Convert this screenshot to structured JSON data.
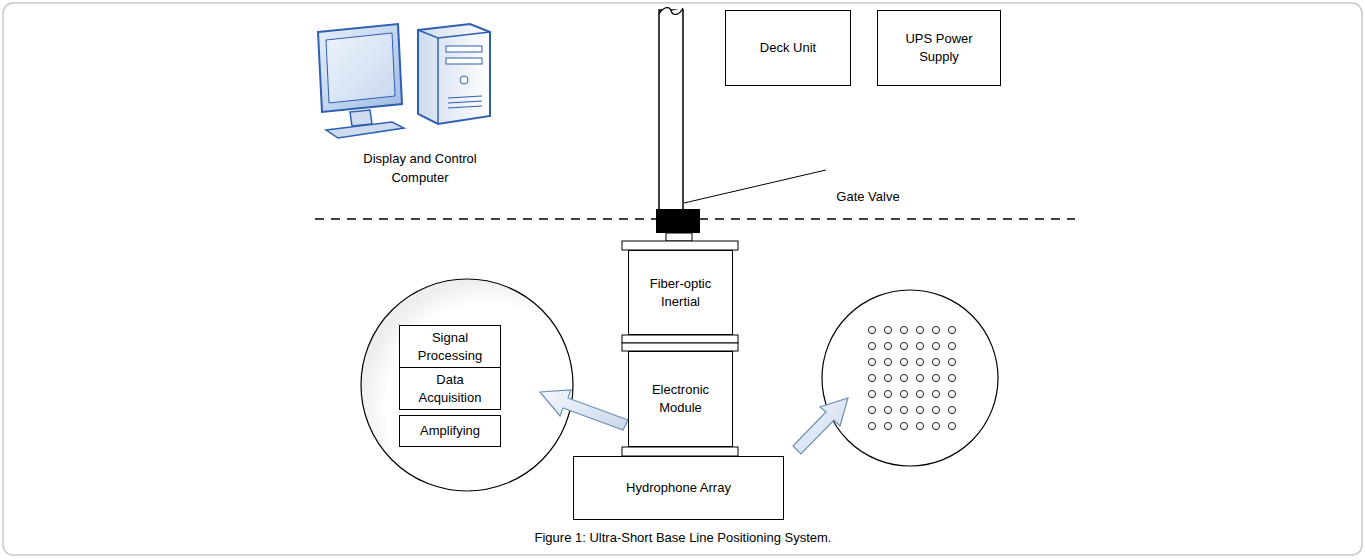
{
  "diagram": {
    "caption": "Figure 1: Ultra-Short Base Line Positioning System.",
    "nodes": [
      {
        "text": [
          "Deck Unit"
        ]
      },
      {
        "text": [
          "UPS Power Supply"
        ]
      },
      {
        "text": [
          "Signal Processing"
        ]
      },
      {
        "text": [
          "Data Acquisition"
        ]
      },
      {
        "text": [
          "Amplifying"
        ]
      },
      {
        "text": [
          "Fiber-optic Inertial"
        ]
      },
      {
        "text": [
          "Electronic Module"
        ]
      },
      {
        "text": [
          "Hydrophone Array"
        ]
      }
    ],
    "labels": [
      "Display and Control Computer",
      "Gate Valve"
    ]
  }
}
